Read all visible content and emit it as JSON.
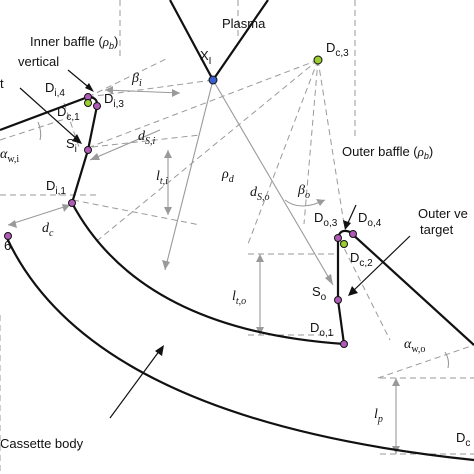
{
  "labels": {
    "plasma": "Plasma",
    "x_i": "X",
    "x_i_sub": "I",
    "inner_baffle": "Inner baffle (",
    "inner_baffle_rho": "ρ",
    "inner_baffle_sub": "b",
    "inner_baffle_close": ")",
    "inner_vertical": "vertical",
    "inner_target_fragment": "t",
    "d_i4": "D",
    "d_i4_sub": "i,4",
    "d_c1": "D",
    "d_c1_sub": "c,1",
    "d_i3": "D",
    "d_i3_sub": "i,3",
    "s_i": "S",
    "s_i_sub": "i",
    "alpha_wi": "α",
    "alpha_wi_sub": "w,i",
    "d_i1": "D",
    "d_i1_sub": "i,1",
    "d_c": "d",
    "d_c_sub": "c",
    "six": "6",
    "beta_i": "β",
    "beta_i_sub": "i",
    "d_si": "d",
    "d_si_sub": "S,i",
    "l_ti": "l",
    "l_ti_sub": "t,i",
    "rho_d": "ρ",
    "rho_d_sub": "d",
    "d_c3": "D",
    "d_c3_sub": "c,3",
    "d_so": "d",
    "d_so_sub": "S,o",
    "beta_o": "β",
    "beta_o_sub": "o",
    "outer_baffle": "Outer baffle (",
    "outer_baffle_rho": "ρ",
    "outer_baffle_sub": "b",
    "outer_baffle_close": ")",
    "outer_vertical": "Outer ve",
    "outer_target": "target",
    "d_o3": "D",
    "d_o3_sub": "o,3",
    "d_o4": "D",
    "d_o4_sub": "o,4",
    "d_c2": "D",
    "d_c2_sub": "c,2",
    "l_to": "l",
    "l_to_sub": "t,o",
    "s_o": "S",
    "s_o_sub": "o",
    "d_o1": "D",
    "d_o1_sub": "o,1",
    "alpha_wo": "α",
    "alpha_wo_sub": "w,o",
    "l_p": "l",
    "l_p_sub": "p",
    "cassette_body": "Cassette body",
    "d_corner": "D",
    "d_corner_sub": "c"
  },
  "colors": {
    "inner_points": "#b05ab8",
    "center_points": "#9acd32",
    "xpoint": "#3a5fcd",
    "guide": "#9a9a9a",
    "outline": "#111111"
  }
}
